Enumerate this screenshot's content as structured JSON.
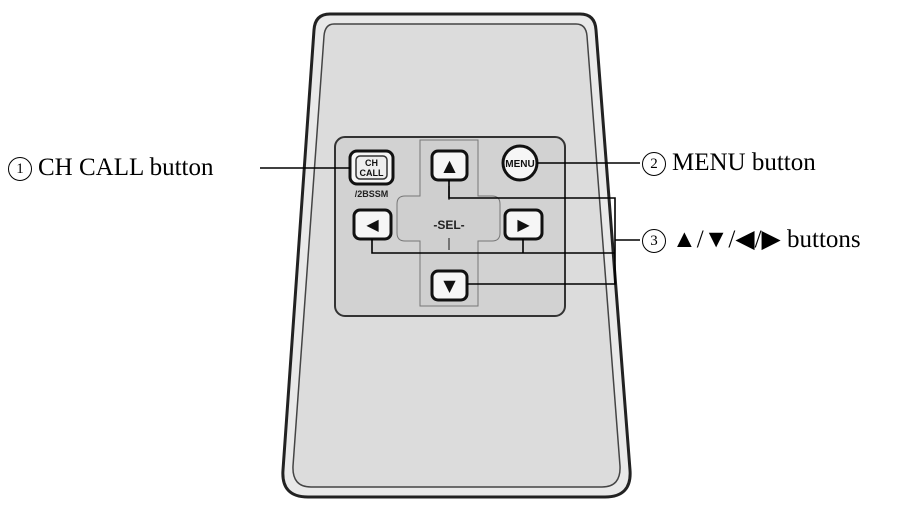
{
  "remote": {
    "ch_call_button_text": [
      "CH",
      "CALL"
    ],
    "ch_call_sublabel": "/2BSSM",
    "menu_button_text": "MENU",
    "sel_label": "-SEL-",
    "arrow_glyphs": {
      "up": "▲",
      "down": "▼",
      "left": "◀",
      "right": "▶"
    }
  },
  "callouts": [
    {
      "number": "1",
      "text": "CH CALL button"
    },
    {
      "number": "2",
      "text": "MENU button"
    },
    {
      "number": "3",
      "text": "▲/▼/◀/▶ buttons"
    }
  ]
}
